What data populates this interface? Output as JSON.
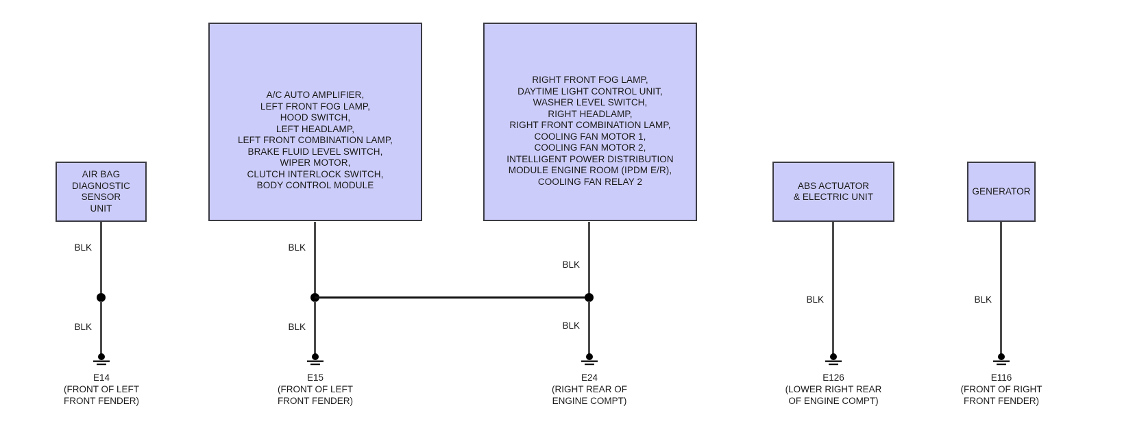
{
  "diagram": {
    "type": "automotive-ground-circuit-wiring-diagram",
    "box_fill_color": "#ccccfa",
    "box_border_color": "#3b3b44",
    "wire_color": "#4a4a4a",
    "junction_color": "#000000",
    "background_color": "#ffffff"
  },
  "components": [
    {
      "id": "air-bag-diagnostic-sensor-unit",
      "label": "AIR BAG\nDIAGNOSTIC\nSENSOR\nUNIT"
    },
    {
      "id": "e15-loads",
      "label": "A/C AUTO AMPLIFIER,\nLEFT FRONT FOG LAMP,\nHOOD SWITCH,\nLEFT HEADLAMP,\nLEFT FRONT COMBINATION LAMP,\nBRAKE FLUID LEVEL SWITCH,\nWIPER MOTOR,\nCLUTCH INTERLOCK SWITCH,\nBODY CONTROL MODULE"
    },
    {
      "id": "e24-loads",
      "label": "RIGHT FRONT FOG LAMP,\nDAYTIME LIGHT CONTROL UNIT,\nWASHER LEVEL SWITCH,\nRIGHT HEADLAMP,\nRIGHT FRONT COMBINATION LAMP,\nCOOLING FAN MOTOR 1,\nCOOLING FAN MOTOR 2,\nINTELLIGENT POWER DISTRIBUTION\nMODULE ENGINE ROOM (IPDM E/R),\nCOOLING FAN RELAY 2"
    },
    {
      "id": "abs-actuator-electric-unit",
      "label": "ABS ACTUATOR\n& ELECTRIC UNIT"
    },
    {
      "id": "generator",
      "label": "GENERATOR"
    }
  ],
  "wire_labels": {
    "upper": [
      "BLK",
      "BLK",
      "BLK",
      "BLK",
      "BLK"
    ],
    "lower": [
      "BLK",
      "BLK",
      "BLK"
    ]
  },
  "grounds": [
    {
      "code": "E14",
      "location": "(FRONT OF LEFT\nFRONT FENDER)"
    },
    {
      "code": "E15",
      "location": "(FRONT OF LEFT\nFRONT FENDER)"
    },
    {
      "code": "E24",
      "location": "(RIGHT REAR OF\nENGINE COMPT)"
    },
    {
      "code": "E126",
      "location": "(LOWER RIGHT REAR\nOF ENGINE COMPT)"
    },
    {
      "code": "E116",
      "location": "(FRONT OF RIGHT\nFRONT FENDER)"
    }
  ]
}
